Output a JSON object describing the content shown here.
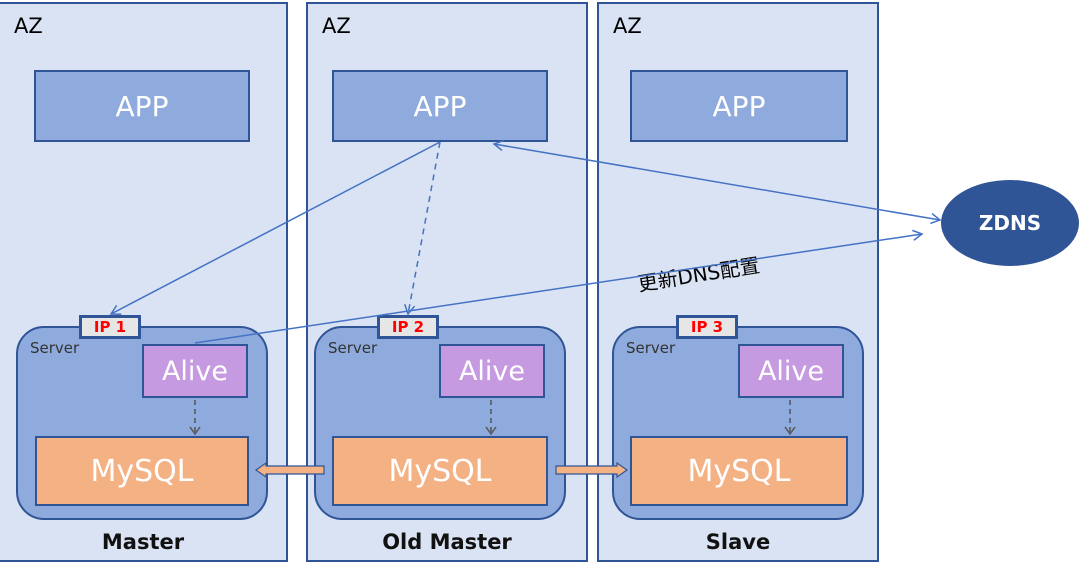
{
  "zones": [
    {
      "label": "AZ",
      "app": "APP",
      "ip": "IP 1",
      "server": "Server",
      "alive": "Alive",
      "db": "MySQL",
      "role": "Master"
    },
    {
      "label": "AZ",
      "app": "APP",
      "ip": "IP 2",
      "server": "Server",
      "alive": "Alive",
      "db": "MySQL",
      "role": "Old Master"
    },
    {
      "label": "AZ",
      "app": "APP",
      "ip": "IP 3",
      "server": "Server",
      "alive": "Alive",
      "db": "MySQL",
      "role": "Slave"
    }
  ],
  "dns": {
    "label": "ZDNS",
    "update_label": "更新DNS配置"
  },
  "colors": {
    "border": "#2f5597",
    "az_fill": "#dae3f3",
    "app_fill": "#8faadc",
    "alive_fill": "#c59ae0",
    "mysql_fill": "#f4b183",
    "ip_text": "#ff0000",
    "connector": "#4472c4"
  }
}
